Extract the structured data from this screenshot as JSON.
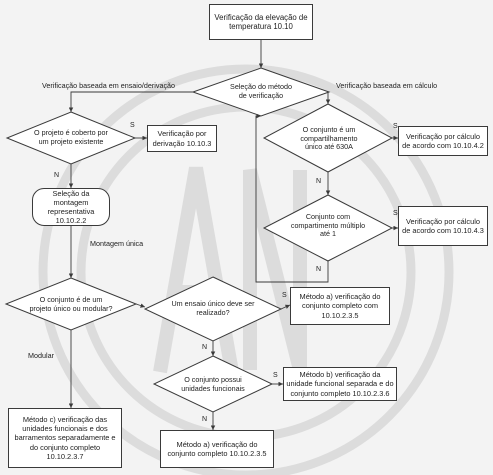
{
  "nodes": {
    "start": "Verificação da elevação de temperatura 10.10",
    "selection": "Seleção do método de verificação",
    "q_covered": "O projeto é coberto por um projeto existente",
    "r_derivation": "Verificação por derivação 10.10.3",
    "select_assembly": "Seleção da montagem representativa 10.10.2.2",
    "q_single": "O conjunto é de um projeto único ou modular?",
    "q_single_test": "Um ensaio único deve ser realizado?",
    "r_method_a_top": "Método a) verificação do conjunto completo com 10.10.2.3.5",
    "q_units": "O conjunto possui unidades funcionais",
    "r_method_b": "Método b) verificação da unidade funcional separada e do conjunto completo 10.10.2.3.6",
    "r_method_a_bottom": "Método a) verificação do conjunto completo 10.10.2.3.5",
    "r_method_c": "Método c) verificação das unidades funcionais e dos barramentos separadamente e do conjunto completo 10.10.2.3.7",
    "q_compartment": "O conjunto é um compartilhamento único até 630A",
    "r_calc_1": "Verificação por cálculo de acordo com 10.10.4.2",
    "q_multiple": "Conjunto com compartimento múltiplo até 1",
    "r_calc_2": "Verificação por cálculo de acordo com 10.10.4.3"
  },
  "labels": {
    "branch_test": "Verificação baseada em ensaio/derivação",
    "branch_calc": "Verificação baseada em cálculo",
    "single_assembly": "Montagem única",
    "modular": "Modular",
    "yes": "S",
    "no": "N"
  },
  "colors": {
    "line": "#3a3a3a",
    "box_fill": "#ffffff",
    "background": "#f3f3f3",
    "watermark": "#d9d9d9"
  },
  "watermark_text": "ABNT"
}
